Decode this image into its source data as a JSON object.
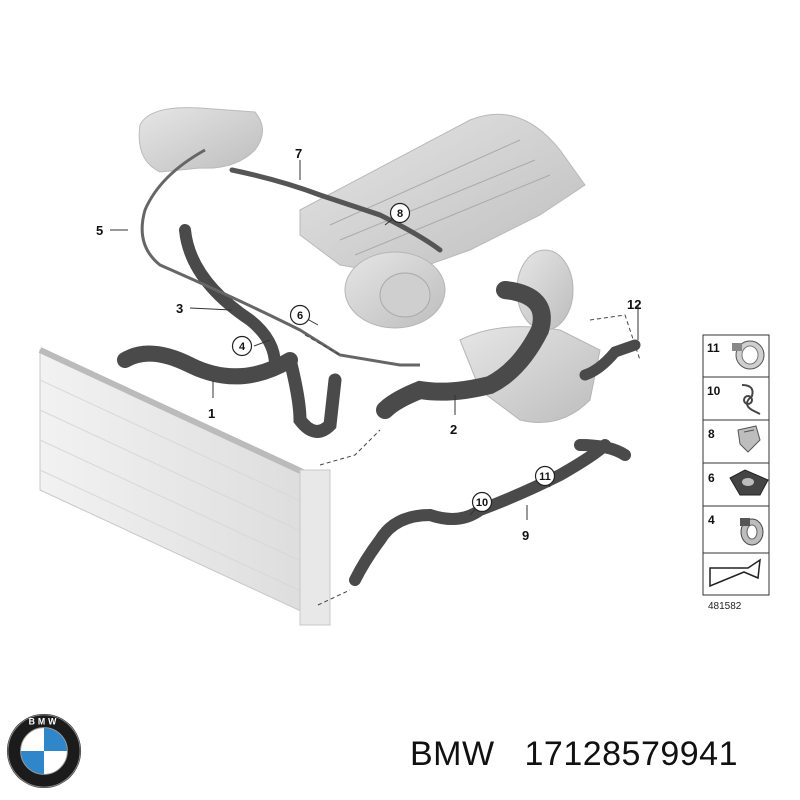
{
  "diagram": {
    "callouts": [
      "1",
      "2",
      "3",
      "5",
      "7",
      "9",
      "12"
    ],
    "circled_callouts": [
      "4",
      "6",
      "8",
      "10",
      "11"
    ],
    "legend": {
      "items": [
        {
          "num": "11",
          "icon": "hose-clamp-icon"
        },
        {
          "num": "10",
          "icon": "spring-clip-icon"
        },
        {
          "num": "8",
          "icon": "bracket-clip-icon"
        },
        {
          "num": "6",
          "icon": "holder-icon"
        },
        {
          "num": "4",
          "icon": "clamp-icon"
        },
        {
          "num": "",
          "icon": "arrow-icon"
        }
      ],
      "ref_number": "481582"
    }
  },
  "footer": {
    "brand": "BMW",
    "part_number": "17128579941",
    "logo_icon": "bmw-roundel-icon",
    "logo_letters": "BMW"
  },
  "colors": {
    "hose": "#4a4a4a",
    "engine": "#d4d4d4",
    "text": "#111111",
    "logo_blue": "#2f86c9"
  }
}
